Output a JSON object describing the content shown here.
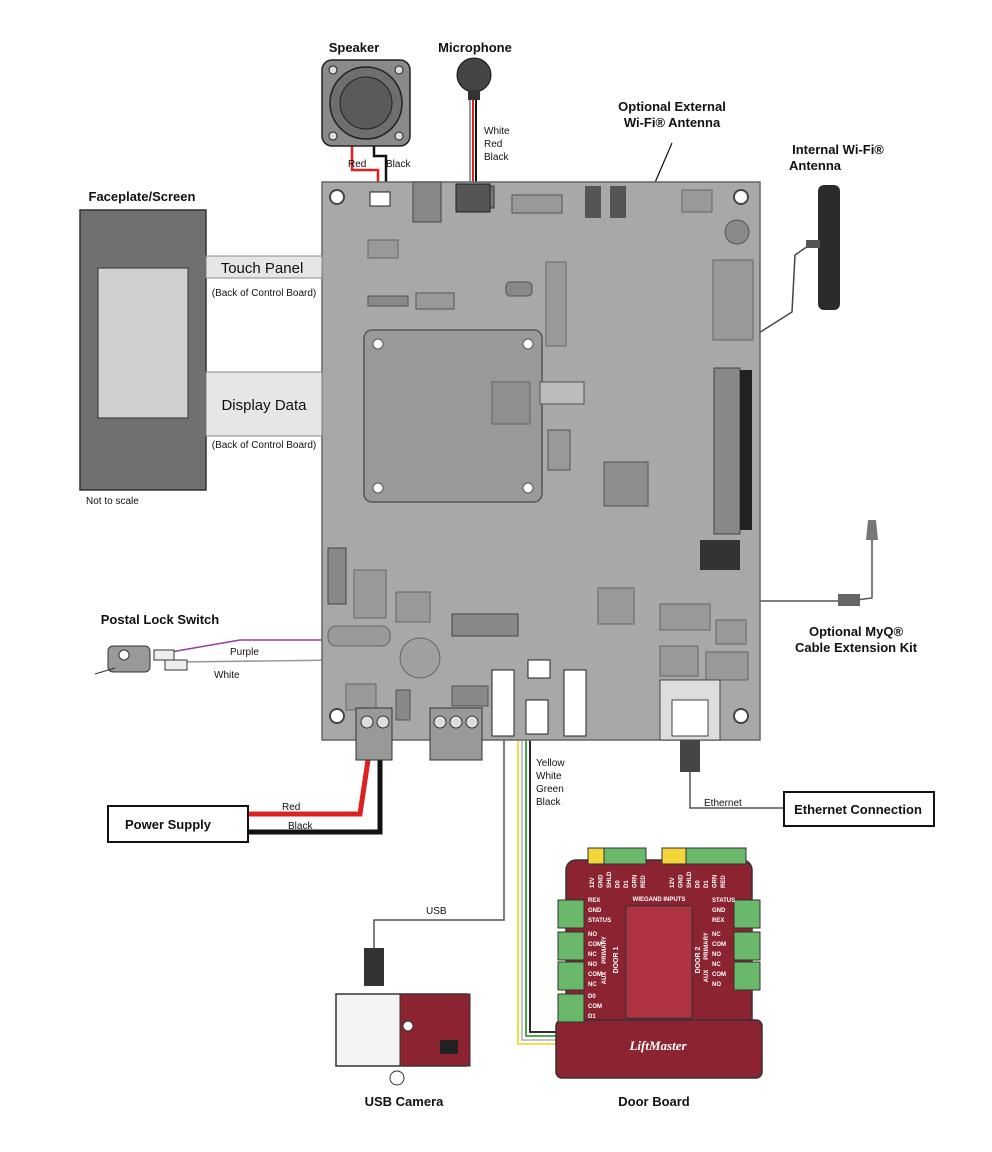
{
  "labels": {
    "speaker": "Speaker",
    "microphone": "Microphone",
    "optional_external_antenna": "Optional External",
    "optional_external_antenna_2": "Wi-Fi® Antenna",
    "internal_antenna": "Internal Wi-Fi®",
    "internal_antenna_2": "Antenna",
    "faceplate": "Faceplate/Screen",
    "touch_panel": "Touch Panel",
    "back_of_board": "(Back of Control Board)",
    "display_data": "Display Data",
    "not_to_scale": "Not to scale",
    "postal_lock": "Postal Lock Switch",
    "myq_kit": "Optional MyQ®",
    "myq_kit_2": "Cable Extension Kit",
    "power_supply": "Power Supply",
    "ethernet_connection": "Ethernet Connection",
    "ethernet": "Ethernet",
    "usb": "USB",
    "usb_camera": "USB Camera",
    "door_board": "Door Board",
    "liftmaster": "LiftMaster"
  },
  "wires": {
    "speaker_red": "Red",
    "speaker_black": "Black",
    "mic_white": "White",
    "mic_red": "Red",
    "mic_black": "Black",
    "lock_purple": "Purple",
    "lock_white": "White",
    "power_red": "Red",
    "power_black": "Black",
    "door_yellow": "Yellow",
    "door_white": "White",
    "door_green": "Green",
    "door_black": "Black"
  },
  "door_board": {
    "wiegand": "WIEGAND INPUTS",
    "door1": "DOOR 1",
    "door2": "DOOR 2",
    "rex": "REX",
    "gnd": "GND",
    "status": "STATUS",
    "no": "NO",
    "com": "COM",
    "nc": "NC",
    "primary": "PRIMARY",
    "aux": "AUX",
    "d0": "D0",
    "d1": "D1",
    "top_pins_left": [
      "12V",
      "GND",
      "SHLD",
      "D0",
      "D1",
      "GRN",
      "RED"
    ],
    "top_pins_right": [
      "12V",
      "GND",
      "SHLD",
      "D0",
      "D1",
      "GRN",
      "RED"
    ]
  },
  "colors": {
    "board": "#a8a8a8",
    "red_wire": "#e02020",
    "purple_wire": "#9b3d96",
    "door_board_red": "#8b2330",
    "terminal_green": "#5cb85c",
    "terminal_yellow": "#f2d63a"
  }
}
